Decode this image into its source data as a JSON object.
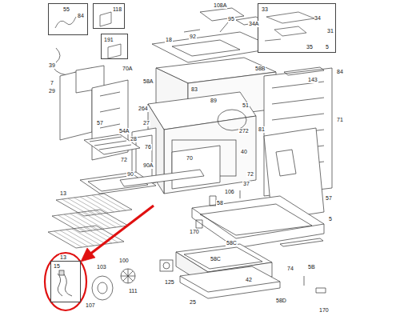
{
  "diagram": {
    "nodes": [
      {
        "text": [
          "55",
          "84"
        ]
      },
      {
        "text": [
          "118"
        ]
      },
      {
        "text": [
          "191"
        ]
      },
      {
        "text": [
          "33",
          "34",
          "31",
          "35",
          "5"
        ]
      },
      {
        "text": [
          "15"
        ]
      }
    ],
    "labels": [
      "39",
      "108A",
      "95",
      "34A",
      "92",
      "18",
      "58A",
      "58B",
      "143",
      "84",
      "7",
      "29",
      "70A",
      "57",
      "264",
      "89",
      "83",
      "54A",
      "27",
      "51",
      "272",
      "81",
      "71",
      "40",
      "72",
      "76",
      "90A",
      "28",
      "70",
      "90",
      "72",
      "106",
      "37",
      "13",
      "58",
      "57",
      "13",
      "170",
      "58C",
      "58C",
      "74",
      "42",
      "103",
      "100",
      "111",
      "125",
      "107",
      "25",
      "58D",
      "5B",
      "170",
      "5"
    ]
  }
}
